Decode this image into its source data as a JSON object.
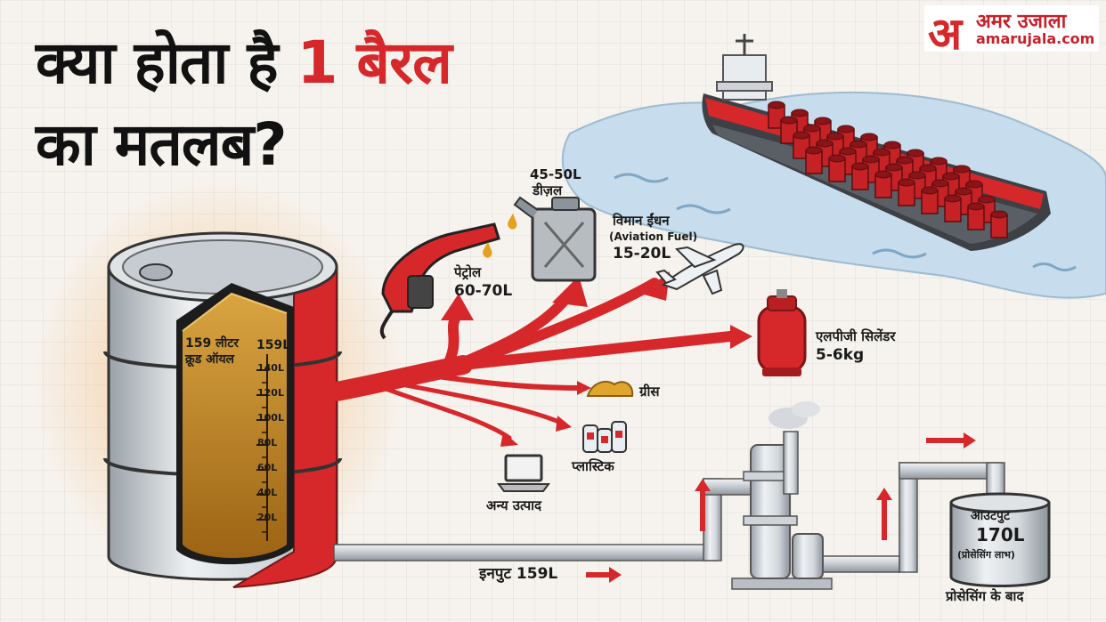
{
  "title": {
    "line1_prefix": "क्या होता है",
    "line1_accent": "1 बैरल",
    "line2": "का मतलब?"
  },
  "logo": {
    "mark": "अ",
    "name": "अमर उजाला",
    "url": "amarujala.com"
  },
  "barrel": {
    "label_line1": "159 लीटर",
    "label_line2": "क्रूड ऑयल",
    "top_mark": "159L",
    "scale_marks": [
      "140L",
      "120L",
      "100L",
      "80L",
      "60L",
      "40L",
      "20L"
    ]
  },
  "products": {
    "petrol": {
      "name": "पेट्रोल",
      "amount": "60-70L"
    },
    "diesel": {
      "amount": "45-50L",
      "name": "डीज़ल"
    },
    "aviation": {
      "name": "विमान ईंधन",
      "sub": "(Aviation Fuel)",
      "amount": "15-20L"
    },
    "lpg": {
      "name": "एलपीजी सिलेंडर",
      "amount": "5-6kg"
    },
    "grease": {
      "name": "ग्रीस"
    },
    "plastic": {
      "name": "प्लास्टिक"
    },
    "other": {
      "name": "अन्य उत्पाद"
    }
  },
  "flow": {
    "input": "इनपुट 159L",
    "output_title": "आउटपुट",
    "output_amount": "170L",
    "output_note": "(प्रोसेसिंग लाभ)",
    "output_caption": "प्रोसेसिंग के बाद"
  },
  "colors": {
    "accent_red": "#d6282b",
    "oil_brown": "#b47a1e",
    "sea_blue": "#bcd4e6",
    "steel": "#cfd4d9"
  }
}
